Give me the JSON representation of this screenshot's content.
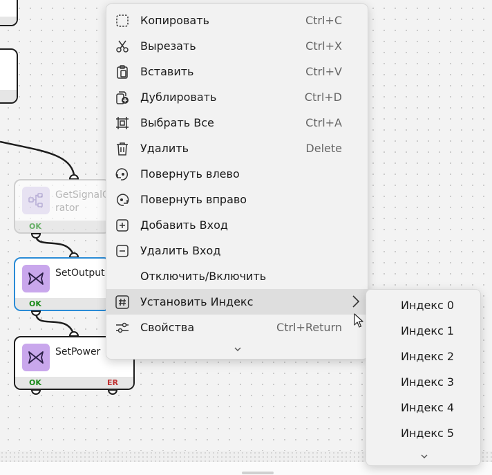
{
  "nodes": {
    "get_signal": {
      "title_line1": "GetSignalG",
      "title_line2": "rator",
      "status_ok": "OK"
    },
    "set_output": {
      "title": "SetOutput",
      "status_ok": "OK"
    },
    "set_power": {
      "title": "SetPower",
      "status_ok": "OK",
      "status_er": "ER"
    }
  },
  "context_menu": {
    "items": [
      {
        "label": "Копировать",
        "shortcut": "Ctrl+C",
        "icon": "copy-icon"
      },
      {
        "label": "Вырезать",
        "shortcut": "Ctrl+X",
        "icon": "cut-icon"
      },
      {
        "label": "Вставить",
        "shortcut": "Ctrl+V",
        "icon": "paste-icon"
      },
      {
        "label": "Дублировать",
        "shortcut": "Ctrl+D",
        "icon": "duplicate-icon"
      },
      {
        "label": "Выбрать Все",
        "shortcut": "Ctrl+A",
        "icon": "select-all-icon"
      },
      {
        "label": "Удалить",
        "shortcut": "Delete",
        "icon": "trash-icon"
      },
      {
        "label": "Повернуть влево",
        "shortcut": "",
        "icon": "rotate-left-icon"
      },
      {
        "label": "Повернуть вправо",
        "shortcut": "",
        "icon": "rotate-right-icon"
      },
      {
        "label": "Добавить Вход",
        "shortcut": "",
        "icon": "plus-box-icon"
      },
      {
        "label": "Удалить Вход",
        "shortcut": "",
        "icon": "minus-box-icon"
      },
      {
        "label": "Отключить/Включить",
        "shortcut": "",
        "icon": ""
      },
      {
        "label": "Установить Индекс",
        "shortcut": "",
        "icon": "hash-icon",
        "has_submenu": true
      },
      {
        "label": "Свойства",
        "shortcut": "Ctrl+Return",
        "icon": "sliders-icon"
      }
    ]
  },
  "index_submenu": {
    "items": [
      {
        "label": "Индекс 0"
      },
      {
        "label": "Индекс 1"
      },
      {
        "label": "Индекс 2"
      },
      {
        "label": "Индекс 3"
      },
      {
        "label": "Индекс 4"
      },
      {
        "label": "Индекс 5"
      }
    ]
  },
  "colors": {
    "node_icon": "#c9a7ec",
    "selection": "#2a8bd6",
    "status_ok": "#1a8a1a",
    "status_er": "#c03030"
  }
}
